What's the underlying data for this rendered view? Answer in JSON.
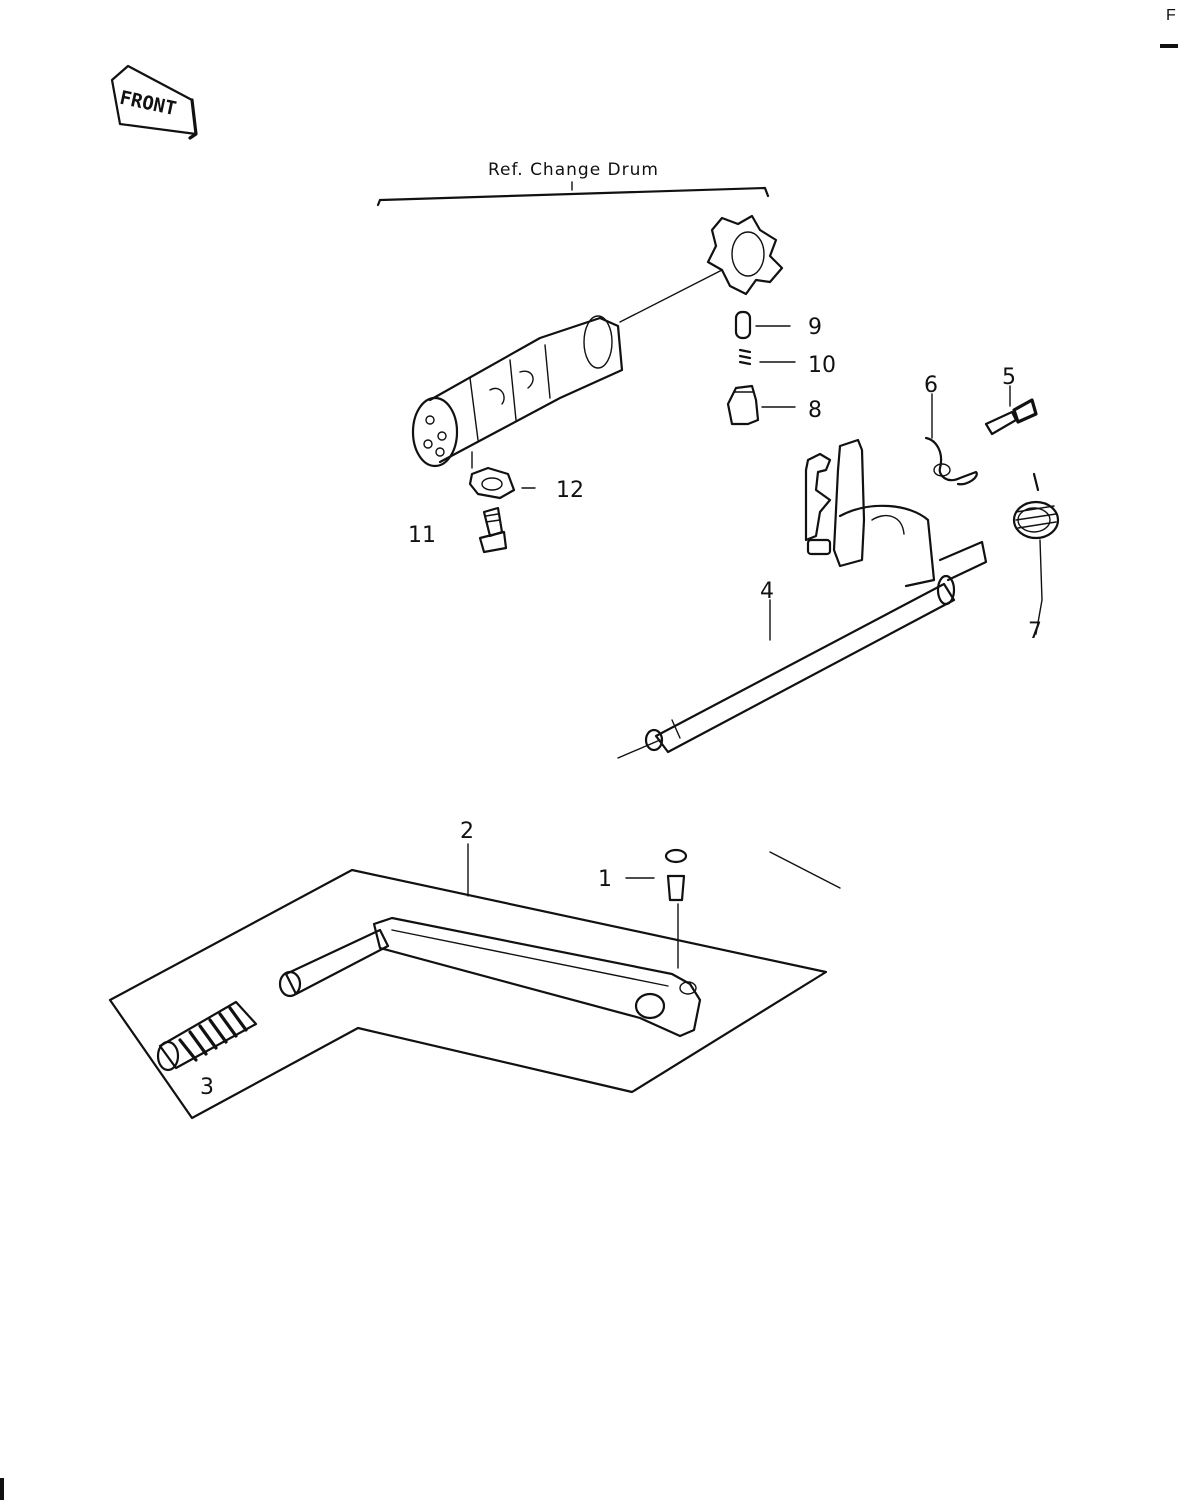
{
  "header": {
    "corner_mark": "F"
  },
  "front_tag": "FRONT",
  "reference_note": "Ref. Change Drum",
  "callouts": [
    "1",
    "2",
    "3",
    "4",
    "5",
    "6",
    "7",
    "8",
    "9",
    "10",
    "11",
    "12"
  ]
}
